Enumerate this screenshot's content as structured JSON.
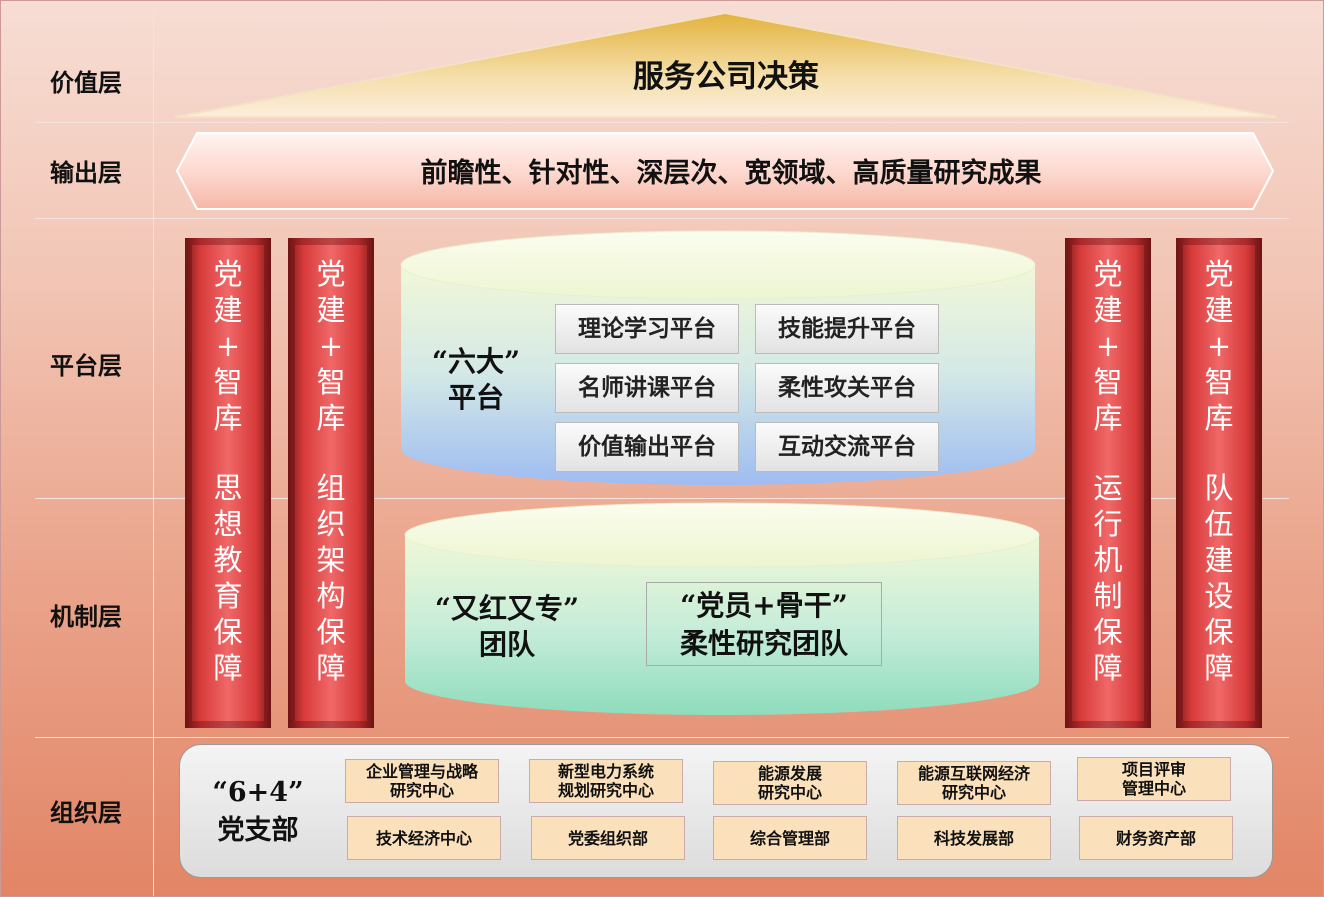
{
  "layers": {
    "value": "价值层",
    "output": "输出层",
    "platform": "平台层",
    "mechanism": "机制层",
    "organization": "组织层"
  },
  "roof_title": "服务公司决策",
  "output_text": "前瞻性、针对性、深层次、宽领域、高质量研究成果",
  "pillars": [
    {
      "top": [
        "党",
        "建",
        "+",
        "智",
        "库"
      ],
      "bottom": [
        "思",
        "想",
        "教",
        "育",
        "保",
        "障"
      ]
    },
    {
      "top": [
        "党",
        "建",
        "+",
        "智",
        "库"
      ],
      "bottom": [
        "组",
        "织",
        "架",
        "构",
        "保",
        "障"
      ]
    },
    {
      "top": [
        "党",
        "建",
        "+",
        "智",
        "库"
      ],
      "bottom": [
        "运",
        "行",
        "机",
        "制",
        "保",
        "障"
      ]
    },
    {
      "top": [
        "党",
        "建",
        "+",
        "智",
        "库"
      ],
      "bottom": [
        "队",
        "伍",
        "建",
        "设",
        "保",
        "障"
      ]
    }
  ],
  "platform": {
    "label_line1": "“六大”",
    "label_line2": "平台",
    "items": [
      "理论学习平台",
      "技能提升平台",
      "名师讲课平台",
      "柔性攻关平台",
      "价值输出平台",
      "互动交流平台"
    ]
  },
  "mechanism": {
    "team1_line1": "“又红又专”",
    "team1_line2": "团队",
    "team2_line1": "“党员+骨干”",
    "team2_line2": "柔性研究团队"
  },
  "organization": {
    "label_line1": "“6+4”",
    "label_line2": "党支部",
    "row1": [
      {
        "l1": "企业管理与战略",
        "l2": "研究中心"
      },
      {
        "l1": "新型电力系统",
        "l2": "规划研究中心"
      },
      {
        "l1": "能源发展",
        "l2": "研究中心"
      },
      {
        "l1": "能源互联网经济",
        "l2": "研究中心"
      },
      {
        "l1": "项目评审",
        "l2": "管理中心"
      }
    ],
    "row2": [
      "技术经济中心",
      "党委组织部",
      "综合管理部",
      "科技发展部",
      "财务资产部"
    ]
  }
}
